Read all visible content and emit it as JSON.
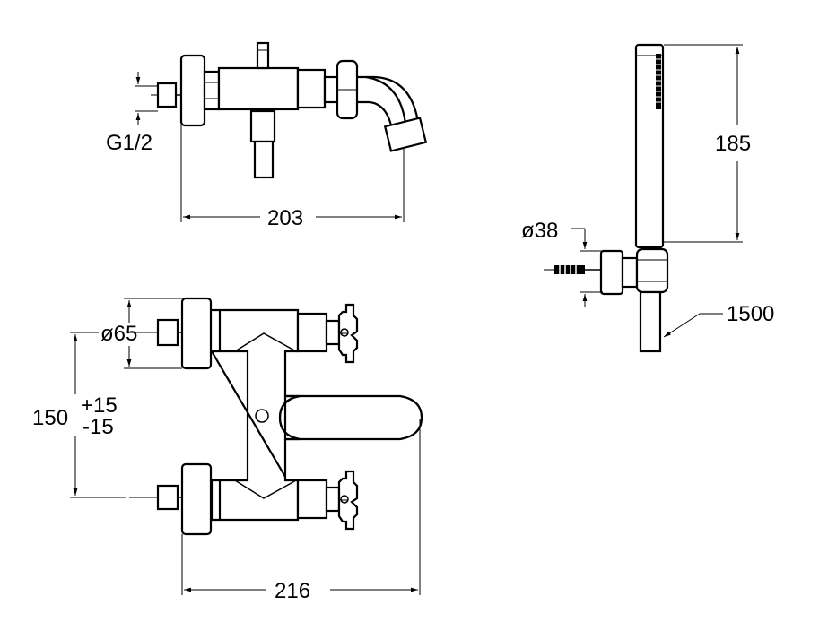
{
  "labels": {
    "thread": "G1/2",
    "width_top": "203",
    "handshower_diameter": "ø38",
    "handshower_length": "185",
    "hose_length": "1500",
    "flange_diameter": "ø65",
    "center_distance": "150",
    "tolerance_plus": "+15",
    "tolerance_minus": "-15",
    "width_front": "216"
  }
}
